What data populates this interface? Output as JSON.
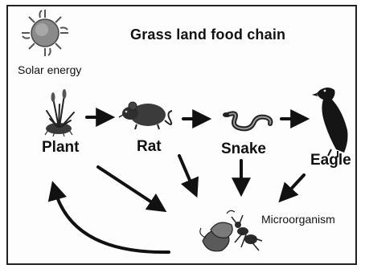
{
  "title": "Grass land food chain",
  "labels": {
    "solar_energy": "Solar energy",
    "plant": "Plant",
    "rat": "Rat",
    "snake": "Snake",
    "eagle": "Eagle",
    "microorganism": "Microorganism"
  },
  "colors": {
    "ink": "#111111",
    "sun": "#6b6b6b"
  }
}
